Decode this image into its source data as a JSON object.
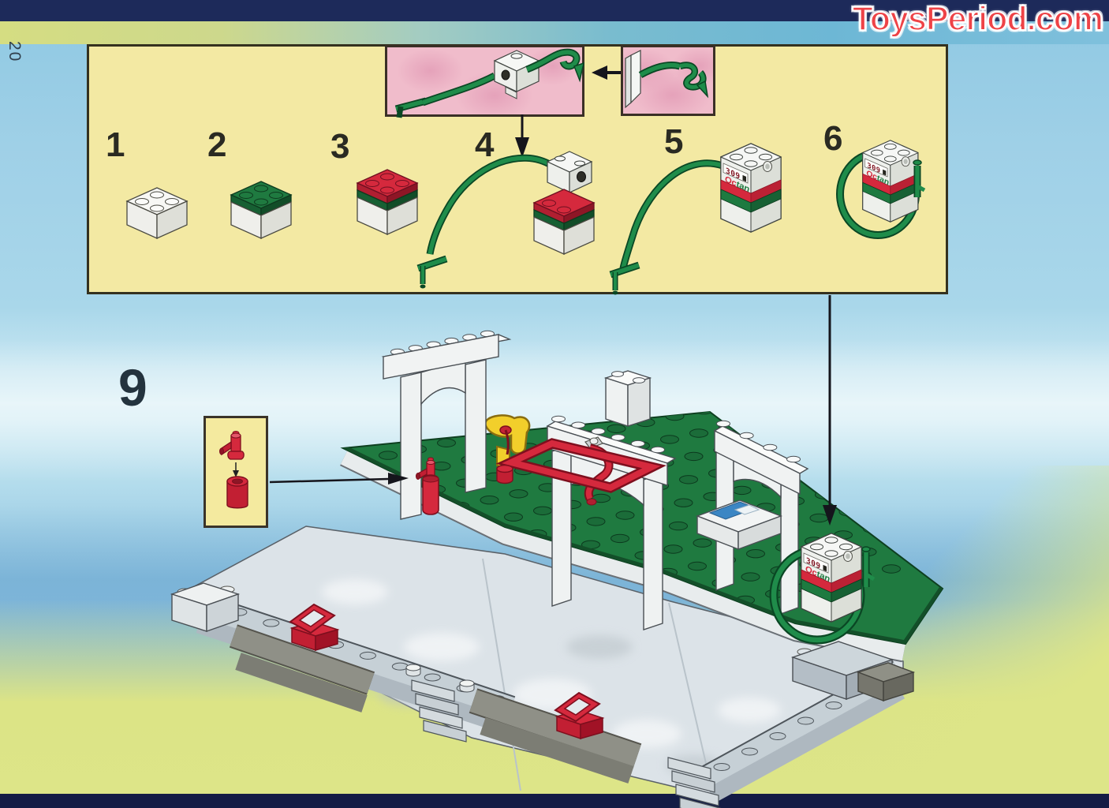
{
  "watermark": {
    "text": "ToysPeriod.com"
  },
  "page": {
    "number": "20"
  },
  "panel": {
    "steps": [
      {
        "label": "1"
      },
      {
        "label": "2"
      },
      {
        "label": "3"
      },
      {
        "label": "4"
      },
      {
        "label": "5"
      },
      {
        "label": "6"
      }
    ]
  },
  "main_step": {
    "number": "9"
  },
  "pump": {
    "display_value": "309",
    "brand_part1": "Oc",
    "brand_part2": "tan"
  },
  "colors": {
    "watermark_red": "#ee4347",
    "panel_yellow": "#f3e9a3",
    "inset_pink": "#f0bccb",
    "brand_red": "#d5293d",
    "brand_green": "#1e7a40",
    "baseplate_green": "#1f7a40",
    "hose_green": "#1f8c4a",
    "top_band_navy": "#1d2a5a",
    "desk_yellow_green": "#dce486"
  }
}
